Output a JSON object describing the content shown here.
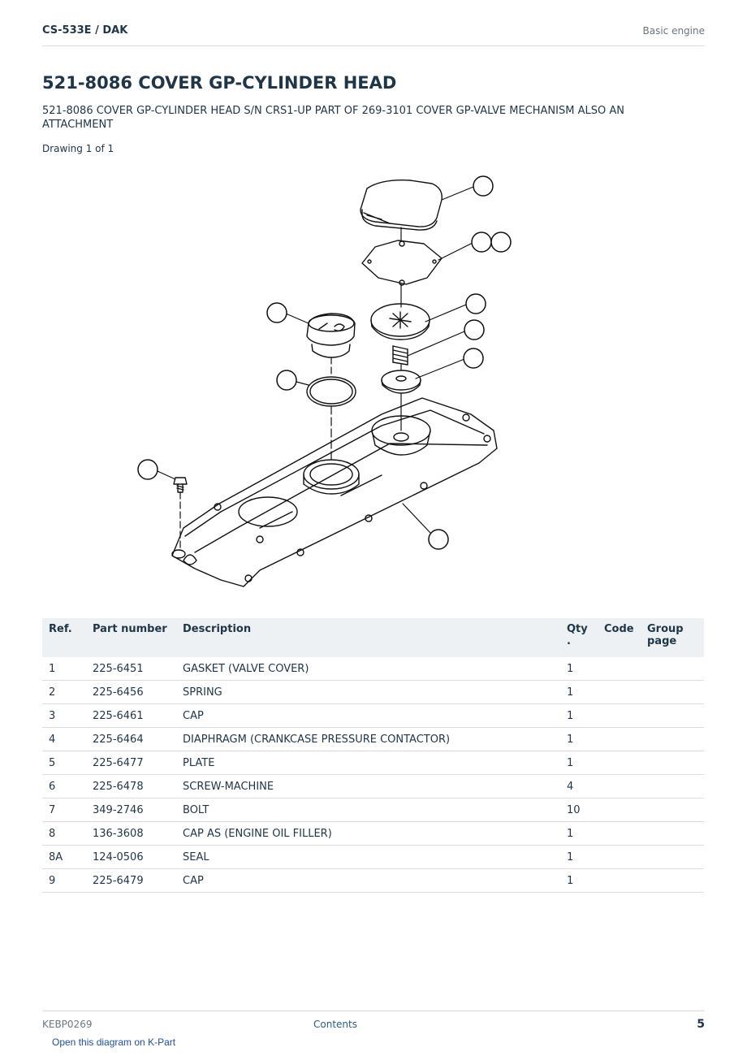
{
  "header": {
    "model": "CS-533E  /  DAK",
    "section": "Basic engine"
  },
  "title": "521-8086 COVER GP-CYLINDER HEAD",
  "subtitle": "521-8086 COVER GP-CYLINDER HEAD S/N CRS1-UP PART OF 269-3101 COVER GP-VALVE MECHANISM ALSO AN ATTACHMENT",
  "drawing_count": "Drawing 1 of 1",
  "table": {
    "headers": {
      "ref": "Ref.",
      "part_number": "Part number",
      "description": "Description",
      "qty_line1": "Qty",
      "qty_line2": ".",
      "code": "Code",
      "group_line1": "Group",
      "group_line2": "page"
    },
    "rows": [
      {
        "ref": "1",
        "part_number": "225-6451",
        "description": "GASKET (VALVE COVER)",
        "qty": "1",
        "code": "",
        "group_page": ""
      },
      {
        "ref": "2",
        "part_number": "225-6456",
        "description": "SPRING",
        "qty": "1",
        "code": "",
        "group_page": ""
      },
      {
        "ref": "3",
        "part_number": "225-6461",
        "description": "CAP",
        "qty": "1",
        "code": "",
        "group_page": ""
      },
      {
        "ref": "4",
        "part_number": "225-6464",
        "description": "DIAPHRAGM (CRANKCASE PRESSURE CONTACTOR)",
        "qty": "1",
        "code": "",
        "group_page": ""
      },
      {
        "ref": "5",
        "part_number": "225-6477",
        "description": "PLATE",
        "qty": "1",
        "code": "",
        "group_page": ""
      },
      {
        "ref": "6",
        "part_number": "225-6478",
        "description": "SCREW-MACHINE",
        "qty": "4",
        "code": "",
        "group_page": ""
      },
      {
        "ref": "7",
        "part_number": "349-2746",
        "description": "BOLT",
        "qty": "10",
        "code": "",
        "group_page": ""
      },
      {
        "ref": "8",
        "part_number": "136-3608",
        "description": "CAP AS (ENGINE OIL FILLER)",
        "qty": "1",
        "code": "",
        "group_page": ""
      },
      {
        "ref": "8A",
        "part_number": "124-0506",
        "description": "SEAL",
        "qty": "1",
        "code": "",
        "group_page": ""
      },
      {
        "ref": "9",
        "part_number": "225-6479",
        "description": "CAP",
        "qty": "1",
        "code": "",
        "group_page": ""
      }
    ]
  },
  "footer": {
    "doc_id": "KEBP0269",
    "contents_link": "Contents",
    "page_number": "5",
    "kpart_link": "Open this diagram on K-Part"
  }
}
